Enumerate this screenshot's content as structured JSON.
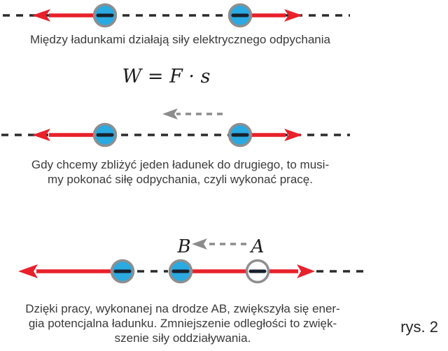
{
  "colors": {
    "charge_fill": "#2BA9E1",
    "charge_stroke": "#8E8E8E",
    "minus_sign": "#17212C",
    "force_red": "#E8212B",
    "line_black": "#2B2B2B",
    "gray_arrow": "#8C8C8C",
    "text": "#3A3A3A"
  },
  "panel1": {
    "caption": "Między ładunkami działają siły elektrycznego odpychania"
  },
  "panel2": {
    "formula": "W = F · s",
    "caption_line1": "Gdy chcemy zbliżyć jeden ładunek do drugiego, to musi-",
    "caption_line2": "my pokonać siłę odpychania, czyli wykonać pracę."
  },
  "panel3": {
    "label_b": "B",
    "label_a": "A",
    "caption_line1": "Dzięki pracy, wykonanej na drodze AB, zwiększyła się ener-",
    "caption_line2": "gia potencjalna ładunku. Zmniejszenie odległości to zwięk-",
    "caption_line3": "szenie siły oddziaływania."
  },
  "figure": {
    "label": "rys. 2"
  }
}
